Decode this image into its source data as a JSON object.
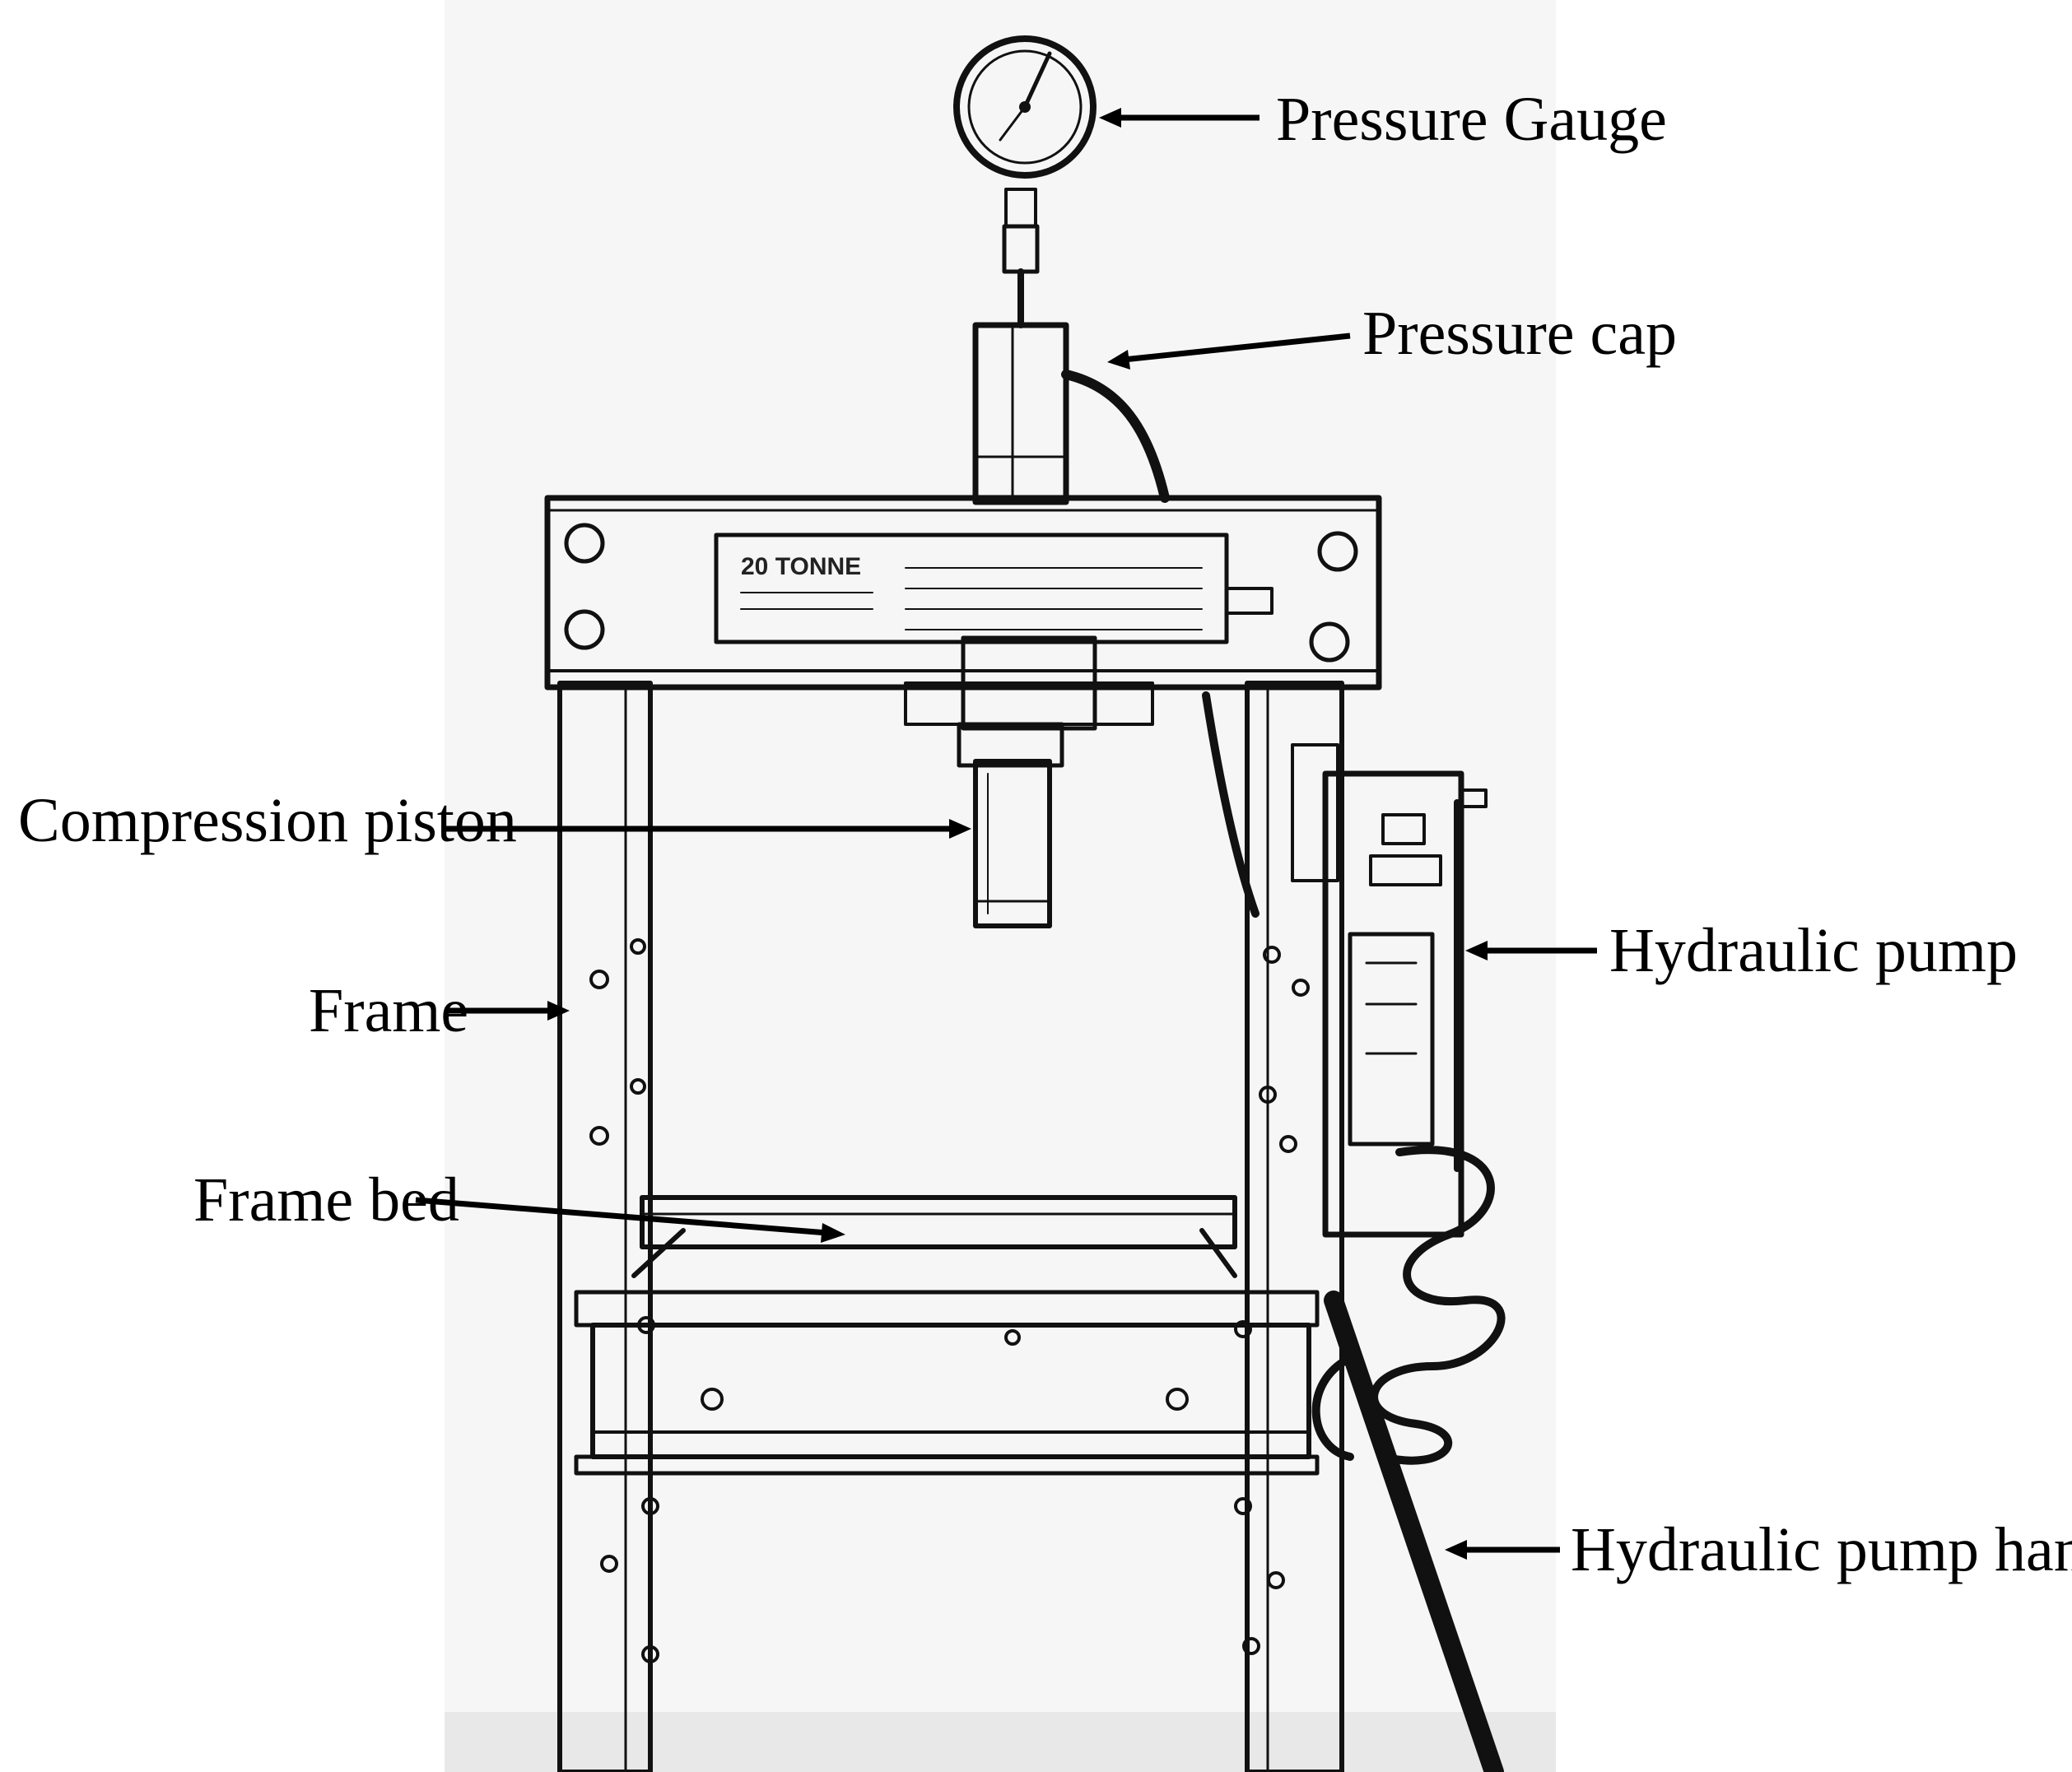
{
  "labels": {
    "pressure_gauge": "Pressure Gauge",
    "pressure_cap": "Pressure cap",
    "compression_piston": "Compression piston",
    "frame": "Frame",
    "frame_bed": "Frame bed",
    "hydraulic_pump": "Hydraulic pump",
    "hydraulic_pump_handle": "Hydraulic pump handle"
  },
  "press": {
    "plate_text": "20 TONNE"
  },
  "colors": {
    "ink": "#000000",
    "background": "#ffffff"
  }
}
